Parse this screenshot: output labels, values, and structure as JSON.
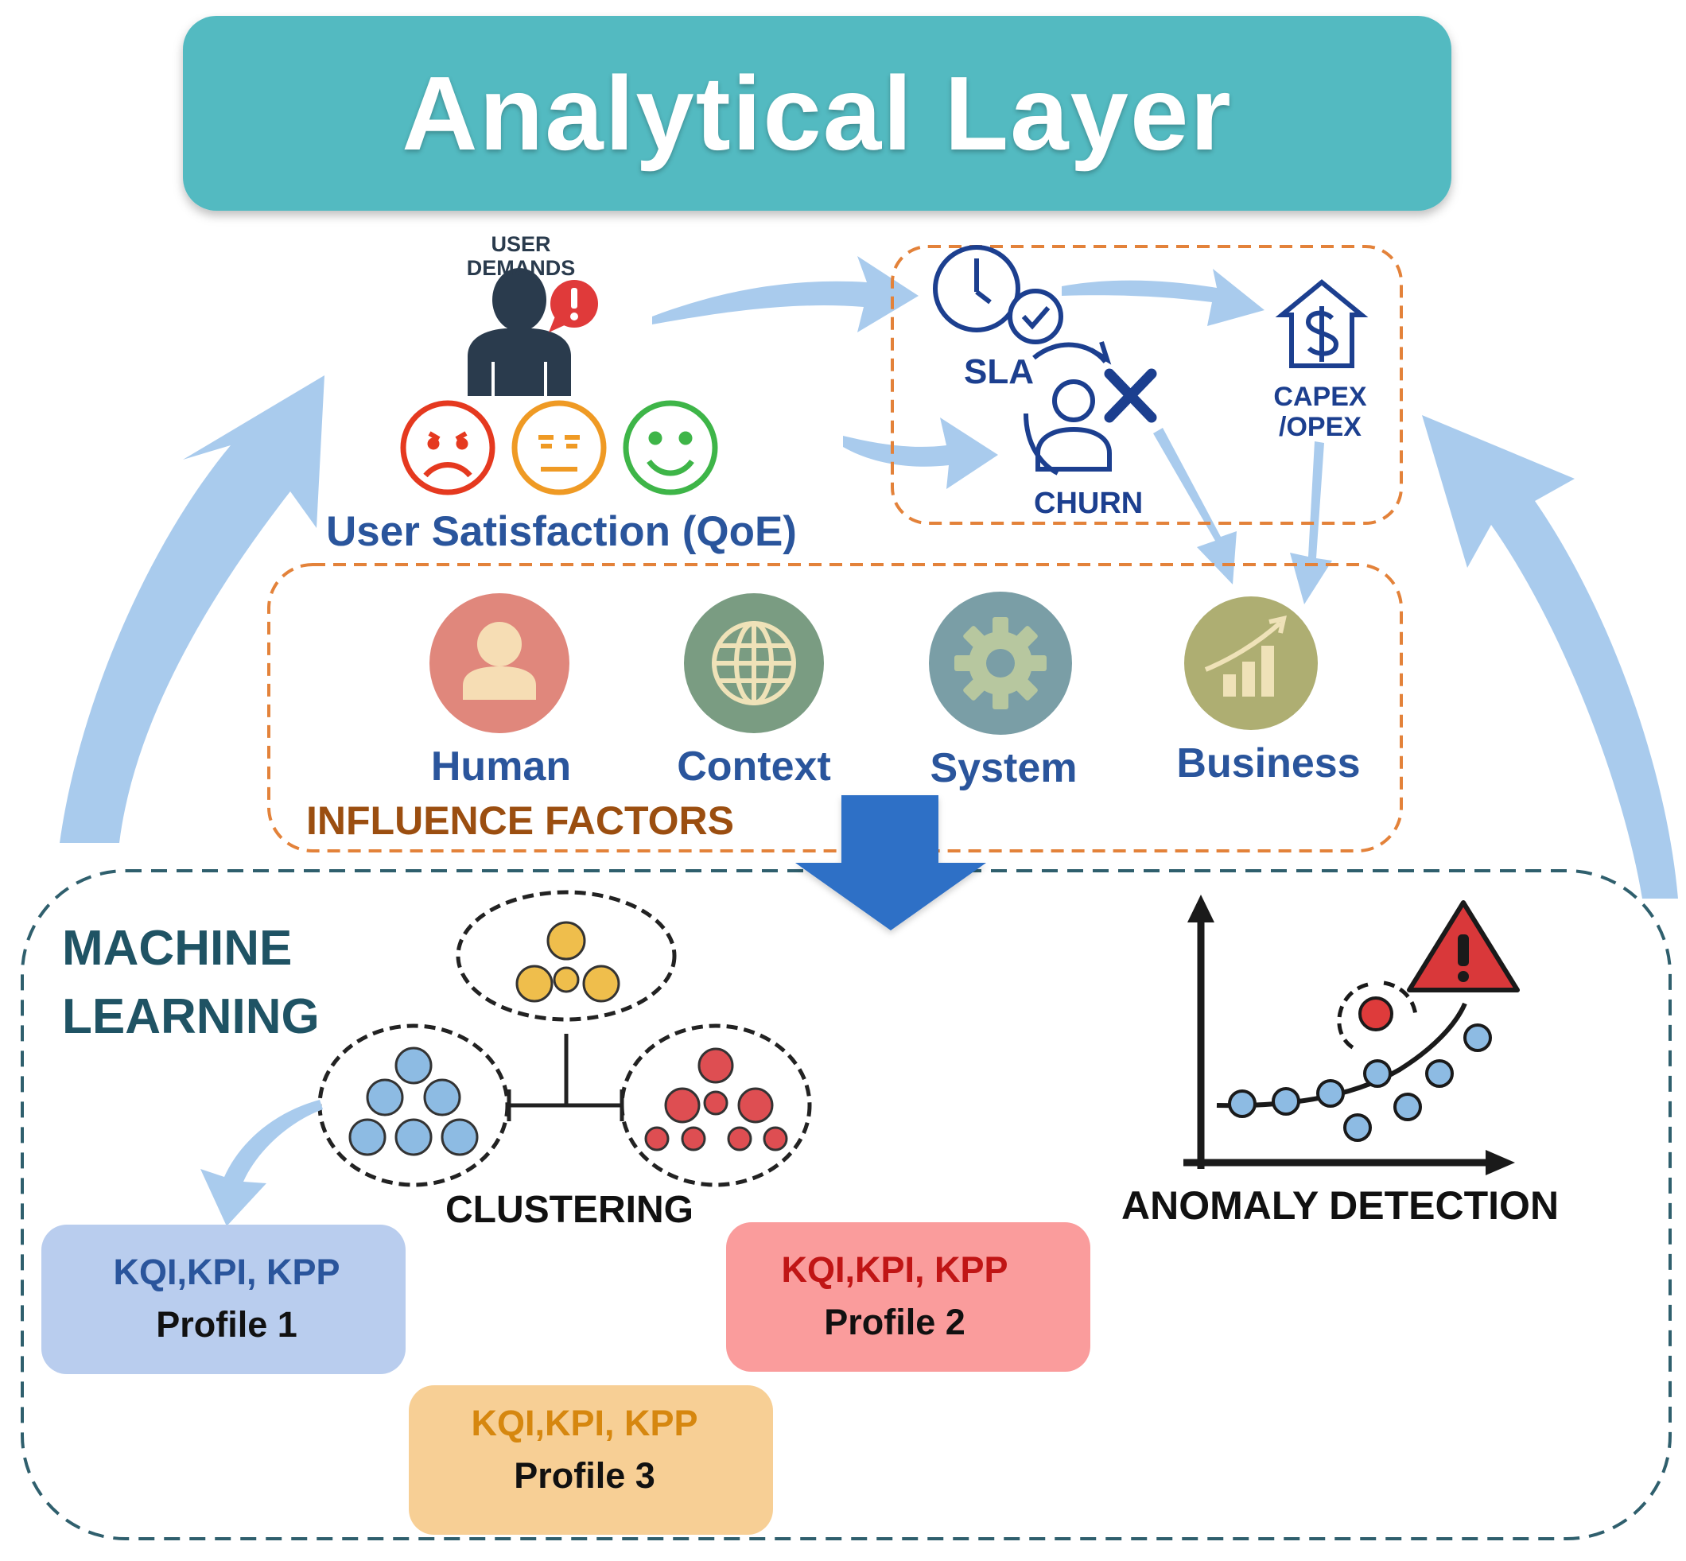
{
  "header": {
    "title": "Analytical Layer"
  },
  "user_demands": {
    "line1": "USER",
    "line2": "DEMANDS"
  },
  "user_satisfaction": "User Satisfaction (QoE)",
  "business_impacts": {
    "sla": "SLA",
    "churn": "CHURN",
    "capex_line1": "CAPEX",
    "capex_line2": "/OPEX"
  },
  "influence_factors": {
    "title": "INFLUENCE FACTORS",
    "items": [
      "Human",
      "Context",
      "System",
      "Business"
    ]
  },
  "machine_learning": {
    "title_line1": "MACHINE",
    "title_line2": "LEARNING",
    "clustering": "CLUSTERING",
    "anomaly_detection": "ANOMALY DETECTION"
  },
  "profiles": [
    {
      "metrics": "KQI,KPI, KPP",
      "name": "Profile 1"
    },
    {
      "metrics": "KQI,KPI, KPP",
      "name": "Profile 2"
    },
    {
      "metrics": "KQI,KPI, KPP",
      "name": "Profile 3"
    }
  ],
  "colors": {
    "banner": "#52bac1",
    "arrow": "#a9cbed",
    "down_arrow": "#2f6fc6",
    "dash_orange": "#e3823a",
    "dash_teal": "#2f5f6d",
    "human": "#e0877c",
    "context": "#7a9c82",
    "system": "#7a9ea6",
    "business": "#aeae72",
    "cluster_yellow": "#efbe4c",
    "cluster_blue": "#8dbbe3",
    "cluster_red": "#de4e52",
    "profile1": "#b9cdee",
    "profile2": "#fa9c9c",
    "profile3": "#f7cf95"
  }
}
